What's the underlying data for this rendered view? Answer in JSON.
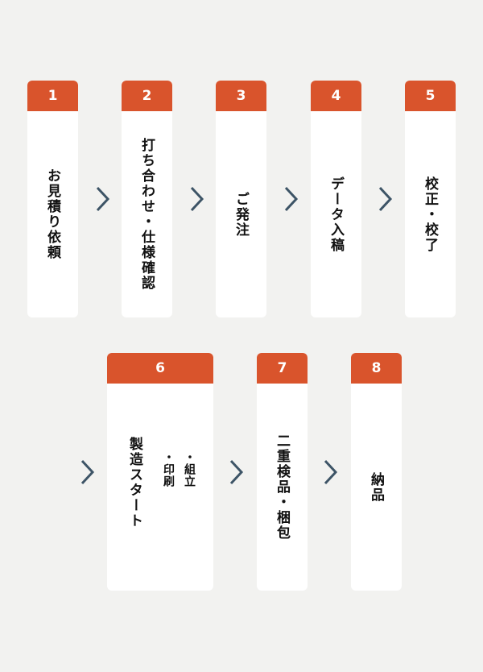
{
  "steps": [
    {
      "number": "1",
      "title": "お見積り依頼"
    },
    {
      "number": "2",
      "title": "打ち合わせ・仕様確認"
    },
    {
      "number": "3",
      "title": "ご発注"
    },
    {
      "number": "4",
      "title": "データ入稿"
    },
    {
      "number": "5",
      "title": "校正・校了"
    },
    {
      "number": "6",
      "title": "製造スタート",
      "sub_items": [
        "・印刷",
        "・組立"
      ]
    },
    {
      "number": "7",
      "title": "二重検品・梱包"
    },
    {
      "number": "8",
      "title": "納品"
    }
  ],
  "colors": {
    "header": "#d9542c",
    "arrow": "#3d5466",
    "background": "#f2f2f0"
  }
}
